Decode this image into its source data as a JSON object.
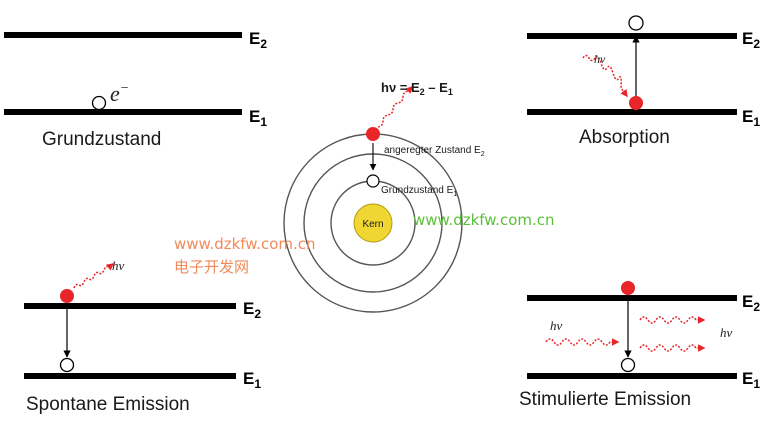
{
  "panels": {
    "grundzustand": {
      "title": "Grundzustand",
      "level_upper": "E",
      "level_upper_sub": "2",
      "level_lower": "E",
      "level_lower_sub": "1",
      "electron_label": "e",
      "electron_sup": "−"
    },
    "absorption": {
      "title": "Absorption",
      "level_upper": "E",
      "level_upper_sub": "2",
      "level_lower": "E",
      "level_lower_sub": "1",
      "photon": "hν"
    },
    "spontane": {
      "title": "Spontane Emission",
      "level_upper": "E",
      "level_upper_sub": "2",
      "level_lower": "E",
      "level_lower_sub": "1",
      "photon": "hν"
    },
    "stimulierte": {
      "title": "Stimulierte Emission",
      "level_upper": "E",
      "level_upper_sub": "2",
      "level_lower": "E",
      "level_lower_sub": "1",
      "photon_in": "hν",
      "photon_out": "hν"
    }
  },
  "atom": {
    "formula_hv": "hν",
    "formula_eq": " = E",
    "formula_sub2": "2",
    "formula_minus": " – E",
    "formula_sub1": "1",
    "excited_label": "angeregter Zustand E",
    "excited_sub": "2",
    "ground_label": "Grundzustand E",
    "ground_sub": "1",
    "nucleus": "Kern"
  },
  "watermarks": {
    "url_left": "www.dzkfw.com.cn",
    "cn_left": "电子开发网",
    "url_right": "www.dzkfw.com.cn"
  },
  "colors": {
    "electron": "#e8262a",
    "photon": "#e8262a",
    "nucleus": "#f0d633",
    "watermark_orange": "#f08a5a",
    "watermark_green": "#5bbf3a"
  }
}
